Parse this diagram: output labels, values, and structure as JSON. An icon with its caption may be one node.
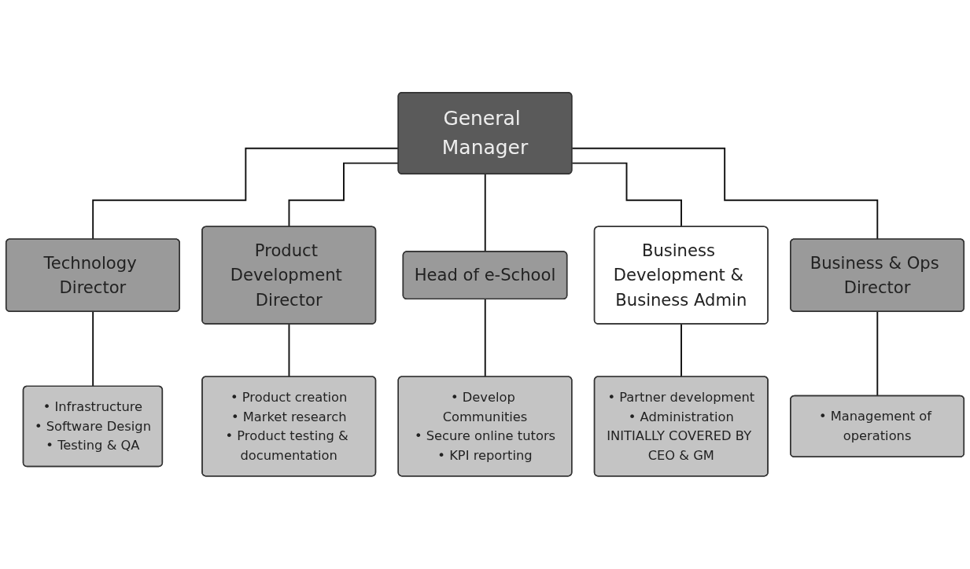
{
  "diagram": {
    "nodes": [
      {
        "text": [
          "General Manager"
        ]
      },
      {
        "text": [
          "Technology Director"
        ]
      },
      {
        "text": [
          "Product Development Director"
        ]
      },
      {
        "text": [
          "Head of e-School"
        ]
      },
      {
        "text": [
          "Business Development & Business Admin"
        ]
      },
      {
        "text": [
          "Business & Ops Director"
        ]
      },
      {
        "text": [
          "• Infrastructure",
          "• Software Design",
          "• Testing & QA"
        ]
      },
      {
        "text": [
          "• Product creation",
          "• Market research",
          "• Product testing & documentation"
        ]
      },
      {
        "text": [
          "• Develop Communities",
          "• Secure online tutors",
          "• KPI reporting"
        ]
      },
      {
        "text": [
          "• Partner development",
          "• Administration",
          "INITIALLY COVERED BY CEO & GM"
        ]
      },
      {
        "text": [
          "• Management of operations"
        ]
      }
    ],
    "edges": [
      {
        "from": 0,
        "to": 1,
        "arrow": "none"
      },
      {
        "from": 0,
        "to": 2,
        "arrow": "none"
      },
      {
        "from": 0,
        "to": 3,
        "arrow": "none"
      },
      {
        "from": 0,
        "to": 4,
        "arrow": "none"
      },
      {
        "from": 0,
        "to": 5,
        "arrow": "none"
      },
      {
        "from": 1,
        "to": 6,
        "arrow": "none"
      },
      {
        "from": 2,
        "to": 7,
        "arrow": "none"
      },
      {
        "from": 3,
        "to": 8,
        "arrow": "none"
      },
      {
        "from": 4,
        "to": 9,
        "arrow": "none"
      },
      {
        "from": 5,
        "to": 10,
        "arrow": "none"
      }
    ]
  }
}
